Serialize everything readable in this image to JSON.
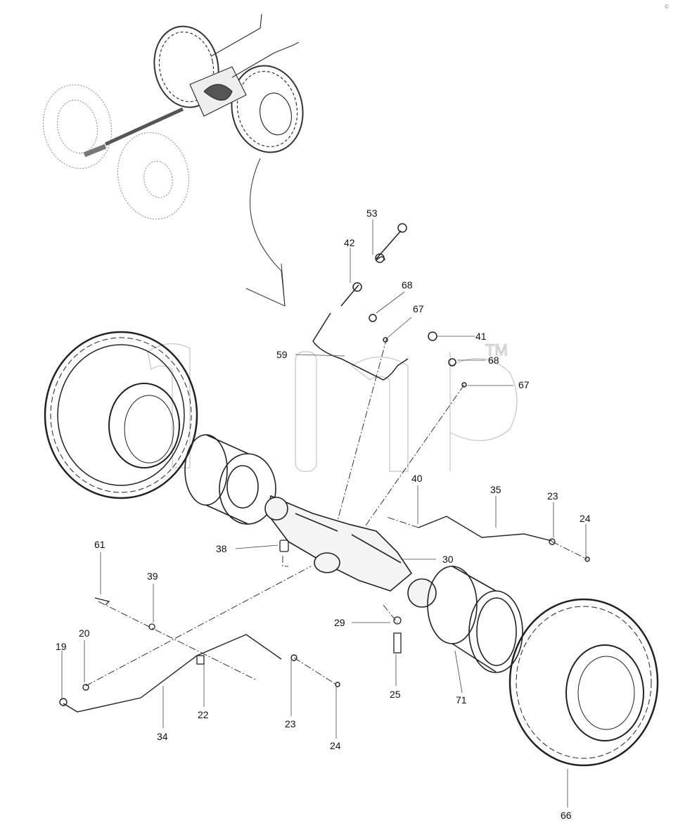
{
  "corner_mark": "©",
  "watermark": {
    "text": "TM"
  },
  "callouts": [
    "53",
    "42",
    "68",
    "67",
    "41",
    "59",
    "68",
    "67",
    "40",
    "35",
    "23",
    "24",
    "38",
    "30",
    "61",
    "39",
    "29",
    "20",
    "19",
    "34",
    "22",
    "23",
    "24",
    "25",
    "71",
    "66"
  ]
}
